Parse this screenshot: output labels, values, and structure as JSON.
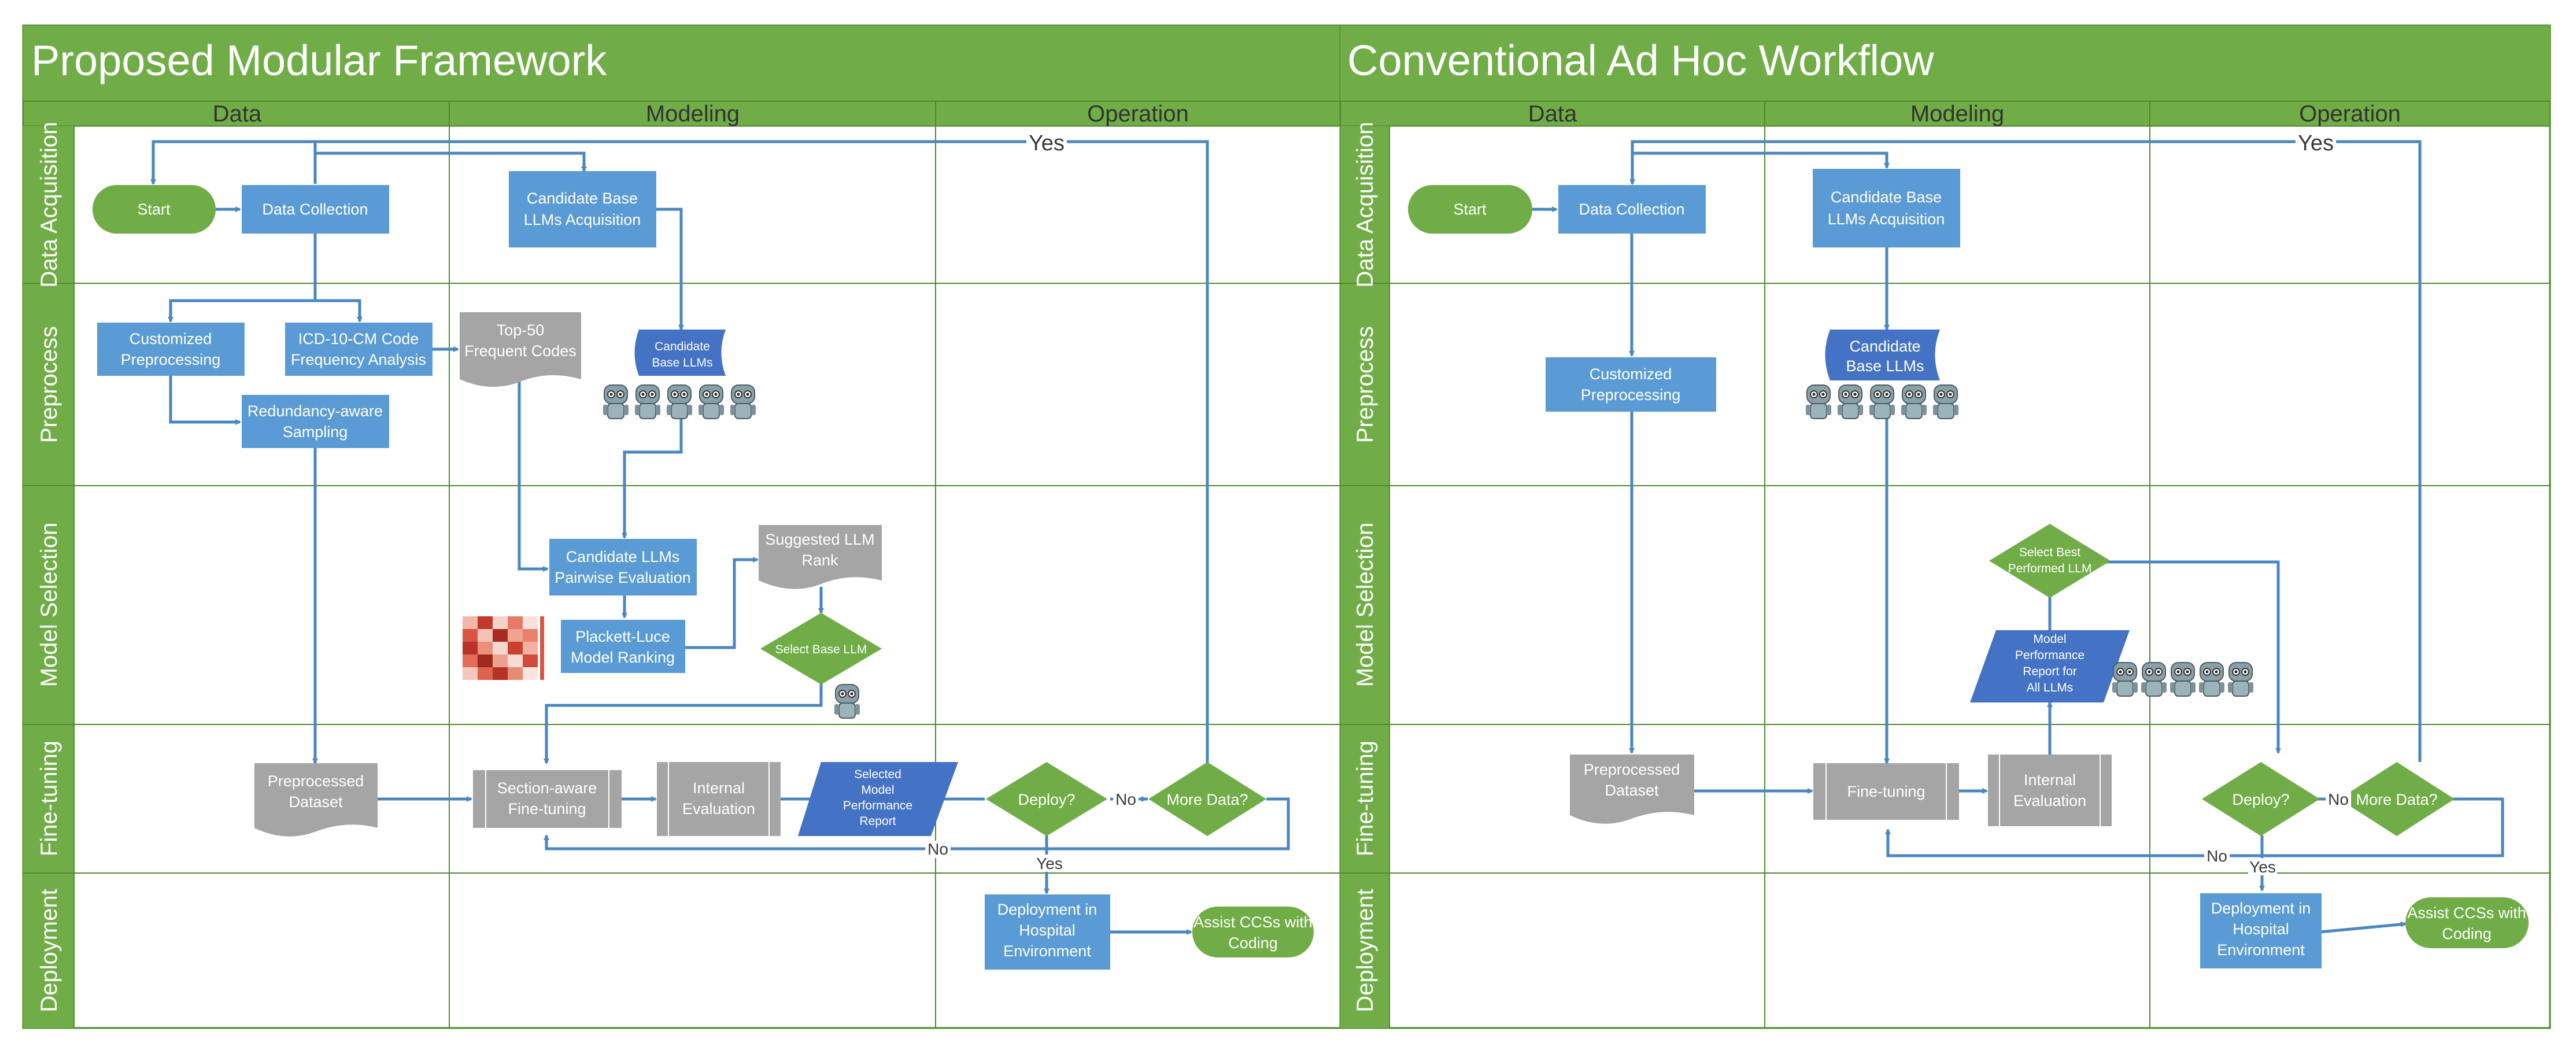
{
  "panels": [
    {
      "title": "Proposed Modular Framework",
      "columns": [
        "Data",
        "Modeling",
        "Operation"
      ],
      "lanes": [
        "Data Acquisition",
        "Preprocess",
        "Model Selection",
        "Fine-tuning",
        "Deployment"
      ],
      "nodes": {
        "start": "Start",
        "data_collection": "Data Collection",
        "candidate_base_acq": [
          "Candidate Base",
          "LLMs Acquisition"
        ],
        "customized_preprocessing": [
          "Customized",
          "Preprocessing"
        ],
        "icd_freq": [
          "ICD-10-CM Code",
          "Frequency Analysis"
        ],
        "top50": [
          "Top-50",
          "Frequent Codes"
        ],
        "candidate_base_llms": [
          "Candidate",
          "Base LLMs"
        ],
        "redundancy_sampling": [
          "Redundancy-aware",
          "Sampling"
        ],
        "suggested_rank": [
          "Suggested LLM",
          "Rank"
        ],
        "pairwise_eval": [
          "Candidate LLMs",
          "Pairwise Evaluation"
        ],
        "plackett_luce": [
          "Plackett-Luce",
          "Model Ranking"
        ],
        "select_base": "Select Base LLM",
        "preprocessed_dataset": [
          "Preprocessed",
          "Dataset"
        ],
        "section_finetune": [
          "Section-aware",
          "Fine-tuning"
        ],
        "internal_eval": [
          "Internal",
          "Evaluation"
        ],
        "selected_report": [
          "Selected",
          "Model",
          "Performance",
          "Report"
        ],
        "deploy": "Deploy?",
        "more_data": "More Data?",
        "deployment_env": [
          "Deployment in",
          "Hospital",
          "Environment"
        ],
        "assist_ccs": [
          "Assist CCSs with",
          "Coding"
        ]
      },
      "edge_labels": {
        "yes_top": "Yes",
        "no_mid": "No",
        "no_bottom": "No",
        "yes_deploy": "Yes"
      }
    },
    {
      "title": "Conventional Ad Hoc Workflow",
      "columns": [
        "Data",
        "Modeling",
        "Operation"
      ],
      "lanes": [
        "Data Acquisition",
        "Preprocess",
        "Model Selection",
        "Fine-tuning",
        "Deployment"
      ],
      "nodes": {
        "start": "Start",
        "data_collection": "Data Collection",
        "candidate_base_acq": [
          "Candidate Base",
          "LLMs Acquisition"
        ],
        "customized_preprocessing": [
          "Customized",
          "Preprocessing"
        ],
        "candidate_base_llms": [
          "Candidate",
          "Base LLMs"
        ],
        "select_best": [
          "Select Best",
          "Performed LLM"
        ],
        "model_perf_report": [
          "Model",
          "Performance",
          "Report for",
          "All LLMs"
        ],
        "preprocessed_dataset": [
          "Preprocessed",
          "Dataset"
        ],
        "finetuning": "Fine-tuning",
        "internal_eval": [
          "Internal",
          "Evaluation"
        ],
        "deploy": "Deploy?",
        "more_data": "More Data?",
        "deployment_env": [
          "Deployment in",
          "Hospital",
          "Environment"
        ],
        "assist_ccs": [
          "Assist CCSs with",
          "Coding"
        ]
      },
      "edge_labels": {
        "yes_top": "Yes",
        "no_mid": "No",
        "no_bottom": "No",
        "yes_deploy": "Yes"
      }
    }
  ],
  "colors": {
    "header_green": "#70ad47",
    "border_green": "#4e8a2c",
    "process_blue": "#5b9bd5",
    "data_blue": "#4472c4",
    "decision_green": "#70ad47",
    "doc_gray": "#a5a5a5",
    "connector": "#4a86c0",
    "heatmap_red": "#c0392b"
  },
  "icons": [
    "robot-avatars-icon",
    "heatmap-thumbnail-icon",
    "robot-avatar-icon"
  ]
}
